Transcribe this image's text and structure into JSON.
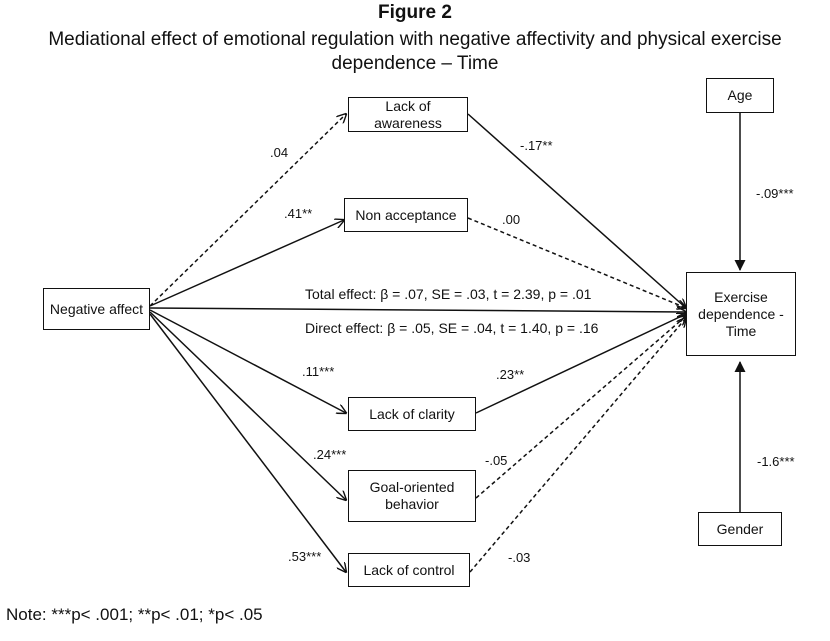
{
  "figure": {
    "title": "Figure 2",
    "subtitle": "Mediational effect of emotional regulation with negative affectivity and physical exercise dependence – Time"
  },
  "nodes": {
    "negative_affect": "Negative affect",
    "lack_of_awareness": "Lack of awareness",
    "non_acceptance": "Non acceptance",
    "lack_of_clarity": "Lack of clarity",
    "goal_oriented": "Goal-oriented behavior",
    "lack_of_control": "Lack of control",
    "exercise_dependence": "Exercise dependence - Time",
    "age": "Age",
    "gender": "Gender"
  },
  "paths": {
    "na_awareness": ".04",
    "na_nonacceptance": ".41**",
    "na_clarity": ".11***",
    "na_goal": ".24***",
    "na_control": ".53***",
    "awareness_ed": "-.17**",
    "nonacceptance_ed": ".00",
    "clarity_ed": ".23**",
    "goal_ed": "-.05",
    "control_ed": "-.03",
    "age_ed": "-.09***",
    "gender_ed": "-1.6***"
  },
  "effects": {
    "total": "Total effect: β = .07, SE = .03, t = 2.39, p = .01",
    "direct": "Direct effect: β = .05, SE = .04, t = 1.40, p = .16"
  },
  "note": "Note: ***p< .001; **p< .01; *p< .05"
}
